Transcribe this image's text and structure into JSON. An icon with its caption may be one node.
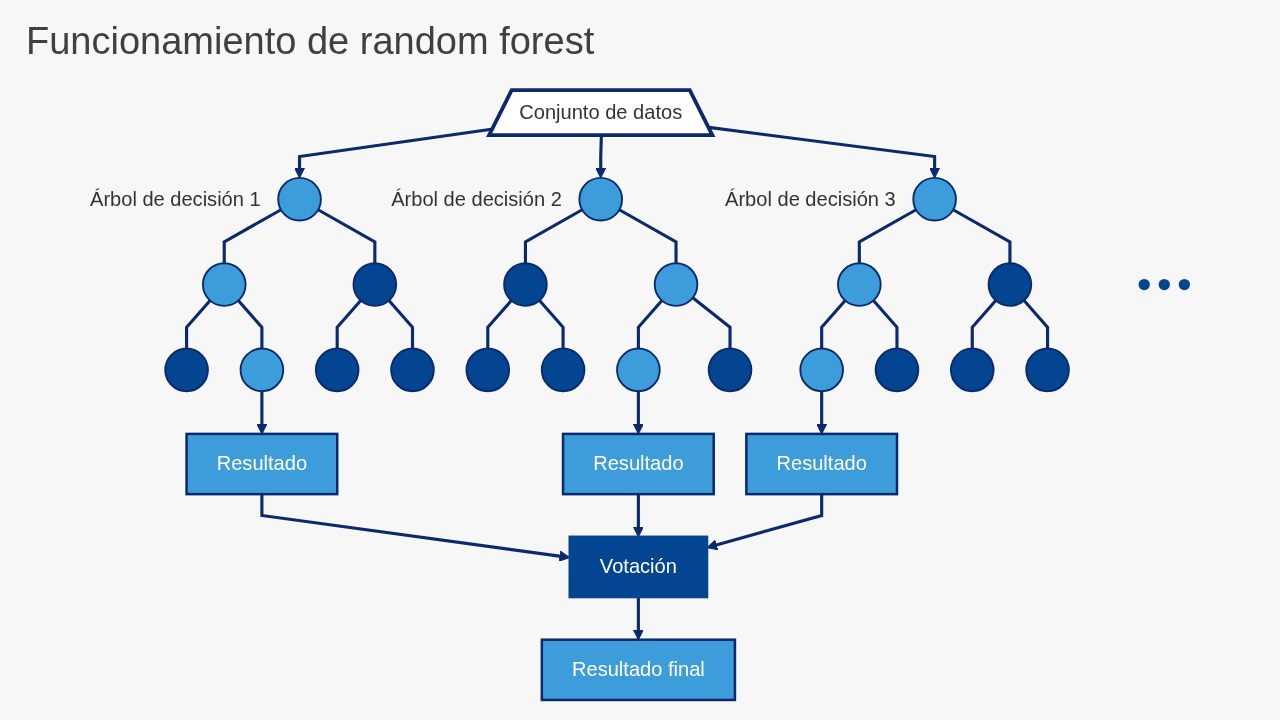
{
  "diagram": {
    "title": "Funcionamiento de random forest",
    "nodes": [
      {
        "text": [
          "Conjunto de datos"
        ]
      },
      {
        "text": [],
        "shape": "circle",
        "beside": [
          "Árbol de decisión 1"
        ]
      },
      {
        "text": [],
        "shape": "circle"
      },
      {
        "text": [],
        "shape": "circle"
      },
      {
        "text": [],
        "shape": "circle"
      },
      {
        "text": [],
        "shape": "circle"
      },
      {
        "text": [],
        "shape": "circle"
      },
      {
        "text": [],
        "shape": "circle"
      },
      {
        "text": [],
        "shape": "circle",
        "beside": [
          "Árbol de decisión 2"
        ]
      },
      {
        "text": [],
        "shape": "circle"
      },
      {
        "text": [],
        "shape": "circle"
      },
      {
        "text": [],
        "shape": "circle"
      },
      {
        "text": [],
        "shape": "circle"
      },
      {
        "text": [],
        "shape": "circle"
      },
      {
        "text": [],
        "shape": "circle"
      },
      {
        "text": [],
        "shape": "circle",
        "beside": [
          "Árbol de decisión 3"
        ]
      },
      {
        "text": [],
        "shape": "circle"
      },
      {
        "text": [],
        "shape": "circle"
      },
      {
        "text": [],
        "shape": "circle"
      },
      {
        "text": [],
        "shape": "circle"
      },
      {
        "text": [],
        "shape": "circle"
      },
      {
        "text": [],
        "shape": "circle"
      },
      {
        "text": [
          "Resultado"
        ]
      },
      {
        "text": [
          "Resultado"
        ]
      },
      {
        "text": [
          "Resultado"
        ]
      },
      {
        "text": [
          "Votación"
        ]
      },
      {
        "text": [
          "Resultado final"
        ]
      }
    ],
    "edges": [
      {
        "from": 0,
        "to": 1,
        "arrow": "to"
      },
      {
        "from": 0,
        "to": 8,
        "arrow": "to"
      },
      {
        "from": 0,
        "to": 15,
        "arrow": "to"
      },
      {
        "from": 1,
        "to": 2,
        "arrow": "none"
      },
      {
        "from": 1,
        "to": 3,
        "arrow": "none"
      },
      {
        "from": 2,
        "to": 4,
        "arrow": "none"
      },
      {
        "from": 2,
        "to": 5,
        "arrow": "none"
      },
      {
        "from": 3,
        "to": 6,
        "arrow": "none"
      },
      {
        "from": 3,
        "to": 7,
        "arrow": "none"
      },
      {
        "from": 8,
        "to": 9,
        "arrow": "none"
      },
      {
        "from": 8,
        "to": 10,
        "arrow": "none"
      },
      {
        "from": 9,
        "to": 11,
        "arrow": "none"
      },
      {
        "from": 9,
        "to": 12,
        "arrow": "none"
      },
      {
        "from": 10,
        "to": 13,
        "arrow": "none"
      },
      {
        "from": 10,
        "to": 14,
        "arrow": "none"
      },
      {
        "from": 15,
        "to": 16,
        "arrow": "none"
      },
      {
        "from": 15,
        "to": 17,
        "arrow": "none"
      },
      {
        "from": 16,
        "to": 18,
        "arrow": "none"
      },
      {
        "from": 16,
        "to": 19,
        "arrow": "none"
      },
      {
        "from": 17,
        "to": 20,
        "arrow": "none"
      },
      {
        "from": 17,
        "to": 21,
        "arrow": "none"
      },
      {
        "from": 5,
        "to": 22,
        "arrow": "to"
      },
      {
        "from": 13,
        "to": 23,
        "arrow": "to"
      },
      {
        "from": 18,
        "to": 24,
        "arrow": "to"
      },
      {
        "from": 22,
        "to": 25,
        "arrow": "to"
      },
      {
        "from": 23,
        "to": 25,
        "arrow": "to"
      },
      {
        "from": 24,
        "to": 25,
        "arrow": "to"
      },
      {
        "from": 25,
        "to": 26,
        "arrow": "to"
      }
    ]
  }
}
